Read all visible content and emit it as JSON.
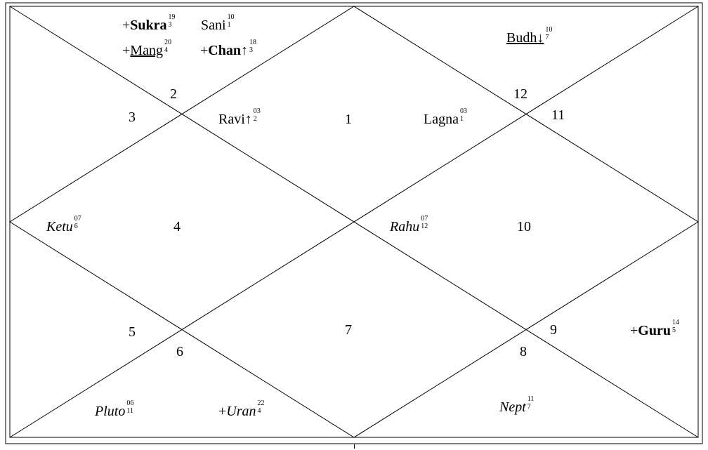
{
  "houses": [
    {
      "id": "h1",
      "number": "1"
    },
    {
      "id": "h2",
      "number": "2"
    },
    {
      "id": "h3",
      "number": "3"
    },
    {
      "id": "h4",
      "number": "4"
    },
    {
      "id": "h5",
      "number": "5"
    },
    {
      "id": "h6",
      "number": "6"
    },
    {
      "id": "h7",
      "number": "7"
    },
    {
      "id": "h8",
      "number": "8"
    },
    {
      "id": "h9",
      "number": "9"
    },
    {
      "id": "h10",
      "number": "10"
    },
    {
      "id": "h11",
      "number": "11"
    },
    {
      "id": "h12",
      "number": "12"
    }
  ],
  "planets": {
    "sukra": {
      "prefix": "+",
      "name": "Sukra",
      "deg": "19",
      "nak": "3"
    },
    "sani": {
      "prefix": "",
      "name": "Sani",
      "deg": "10",
      "nak": "1"
    },
    "mang": {
      "prefix": "+",
      "name": "Mang",
      "deg": "20",
      "nak": "4"
    },
    "chan": {
      "prefix": "+",
      "name": "Chan",
      "arrow": "↑",
      "deg": "18",
      "nak": "3"
    },
    "budh": {
      "prefix": "",
      "name": "Budh",
      "arrow": "↓",
      "deg": "10",
      "nak": "7"
    },
    "ravi": {
      "prefix": "",
      "name": "Ravi",
      "arrow": "↑",
      "deg": "03",
      "nak": "2"
    },
    "lagna": {
      "prefix": "",
      "name": "Lagna",
      "deg": "03",
      "nak": "1"
    },
    "ketu": {
      "prefix": "",
      "name": "Ketu",
      "deg": "07",
      "nak": "6"
    },
    "rahu": {
      "prefix": "",
      "name": "Rahu",
      "deg": "07",
      "nak": "12"
    },
    "guru": {
      "prefix": "+",
      "name": "Guru",
      "deg": "14",
      "nak": "5"
    },
    "pluto": {
      "prefix": "",
      "name": "Pluto",
      "deg": "06",
      "nak": "11"
    },
    "uran": {
      "prefix": "+",
      "name": "Uran",
      "deg": "22",
      "nak": "4"
    },
    "nept": {
      "prefix": "",
      "name": "Nept",
      "deg": "11",
      "nak": "7"
    }
  },
  "colors": {
    "line": "#000000",
    "background": "#ffffff"
  }
}
